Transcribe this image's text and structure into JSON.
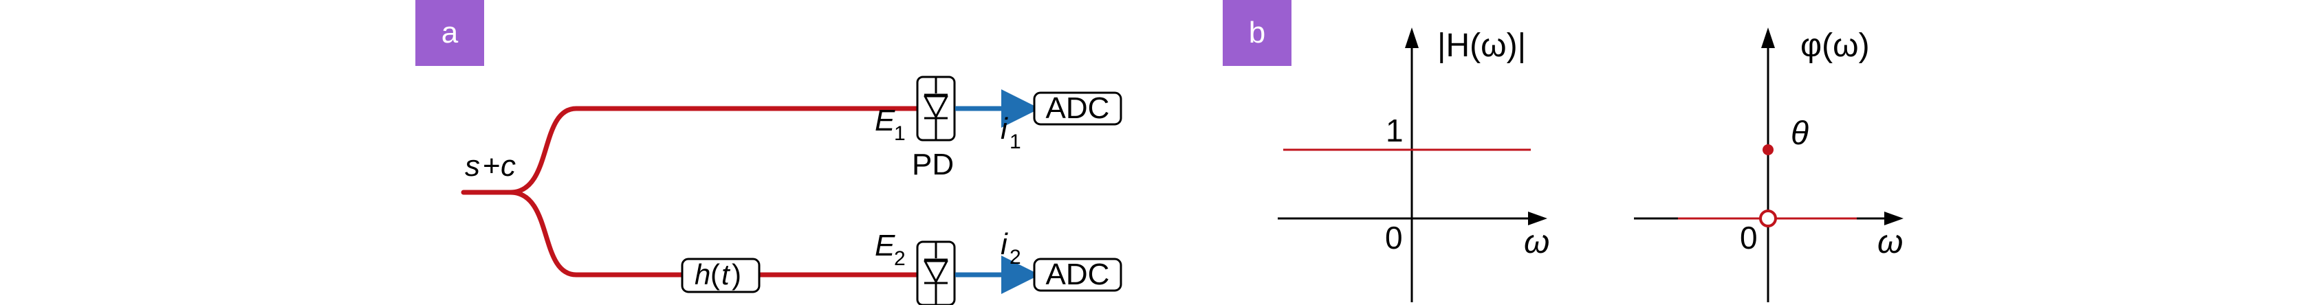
{
  "colors": {
    "fiber": "#c0141c",
    "electrical": "#1f6fb3",
    "panel_tag_bg": "#9b5fd0",
    "panel_tag_text": "#ffffff",
    "text": "#000000",
    "axis": "#000000",
    "response": "#c0141c"
  },
  "panel_a": {
    "tag": "a",
    "input_signal": {
      "s": "s",
      "plus": "+",
      "c": "c"
    },
    "filter": {
      "h": "h",
      "open": "(",
      "t": "t",
      "close": ")"
    },
    "field_upper": {
      "letter": "E",
      "sub": "1"
    },
    "field_lower": {
      "letter": "E",
      "sub": "2"
    },
    "detector_label": "PD",
    "current_upper": {
      "letter": "i",
      "sub": "1"
    },
    "current_lower": {
      "letter": "i",
      "sub": "2"
    },
    "adc_upper": "ADC",
    "adc_lower": "ADC"
  },
  "panel_b": {
    "tag": "b",
    "magnitude_plot": {
      "ylabel": "|H(ω)|",
      "xlabel": "ω",
      "origin_label": "0",
      "level_label": "1",
      "level_value": 1
    },
    "phase_plot": {
      "ylabel": "φ(ω)",
      "xlabel": "ω",
      "origin_label": "0",
      "marker_label": "θ"
    }
  },
  "icons": {
    "detector_symbol": "photodiode-icon",
    "adc_block": "adc-block-icon"
  }
}
